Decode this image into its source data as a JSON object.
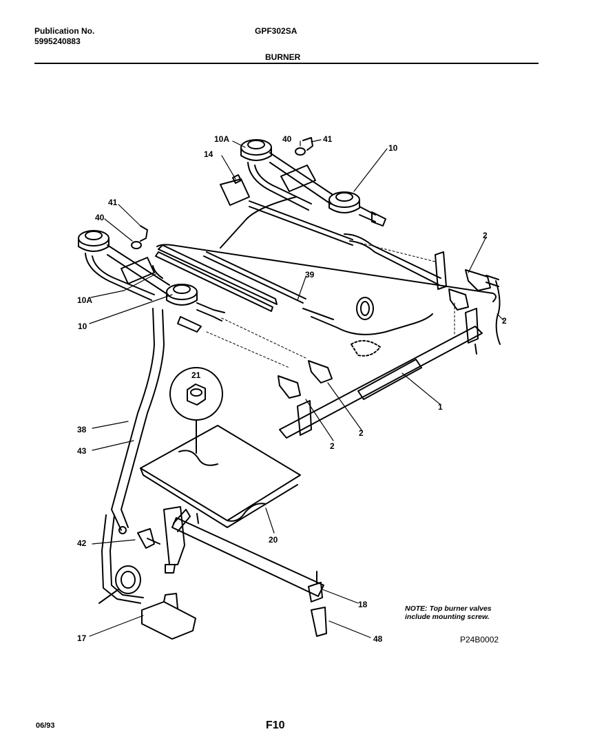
{
  "header": {
    "publication_label": "Publication No.",
    "publication_number": "5995240883",
    "model": "GPF302SA",
    "section": "BURNER"
  },
  "callouts": {
    "c10A_top": "10A",
    "c40_top": "40",
    "c41_top": "41",
    "c10_top": "10",
    "c14": "14",
    "c41_left": "41",
    "c40_left": "40",
    "c10A_left": "10A",
    "c10_left": "10",
    "c39": "39",
    "c2_a": "2",
    "c2_b": "2",
    "c2_c": "2",
    "c2_d": "2",
    "c1": "1",
    "c21": "21",
    "c38": "38",
    "c43": "43",
    "c20": "20",
    "c42": "42",
    "c18": "18",
    "c17": "17",
    "c48": "48"
  },
  "note": {
    "line1": "NOTE: Top burner valves",
    "line2": "include mounting screw."
  },
  "figure_code": "P24B0002",
  "footer": {
    "date": "06/93",
    "page": "F10"
  }
}
